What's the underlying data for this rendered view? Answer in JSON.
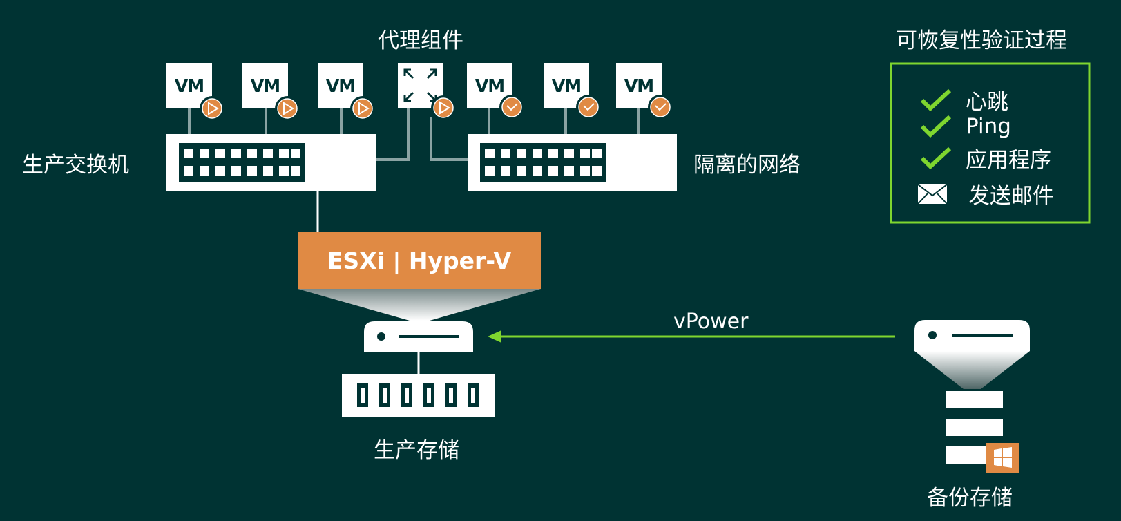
{
  "diagram": {
    "proxy_label": "代理组件",
    "production_switch_label": "生产交换机",
    "isolated_network_label": "隔离的网络",
    "hypervisor_label": "ESXi | Hyper-V",
    "production_storage_label": "生产存储",
    "backup_storage_label": "备份存储",
    "vpower_label": "vPower",
    "vm_label": "VM",
    "vms_production": [
      {
        "label": "VM",
        "status": "play-icon"
      },
      {
        "label": "VM",
        "status": "play-icon"
      },
      {
        "label": "VM",
        "status": "play-icon"
      }
    ],
    "vms_isolated": [
      {
        "label": "VM",
        "status": "check-icon"
      },
      {
        "label": "VM",
        "status": "check-icon"
      },
      {
        "label": "VM",
        "status": "check-icon"
      }
    ]
  },
  "legend": {
    "title": "可恢复性验证过程",
    "items": [
      {
        "label": "心跳",
        "icon": "check-icon"
      },
      {
        "label": "Ping",
        "icon": "check-icon"
      },
      {
        "label": "应用程序",
        "icon": "check-icon"
      },
      {
        "label": "发送邮件",
        "icon": "envelope-icon"
      }
    ]
  },
  "colors": {
    "background": "#003333",
    "accent_orange": "#e08a44",
    "accent_green": "#7fd62f",
    "white": "#ffffff"
  }
}
